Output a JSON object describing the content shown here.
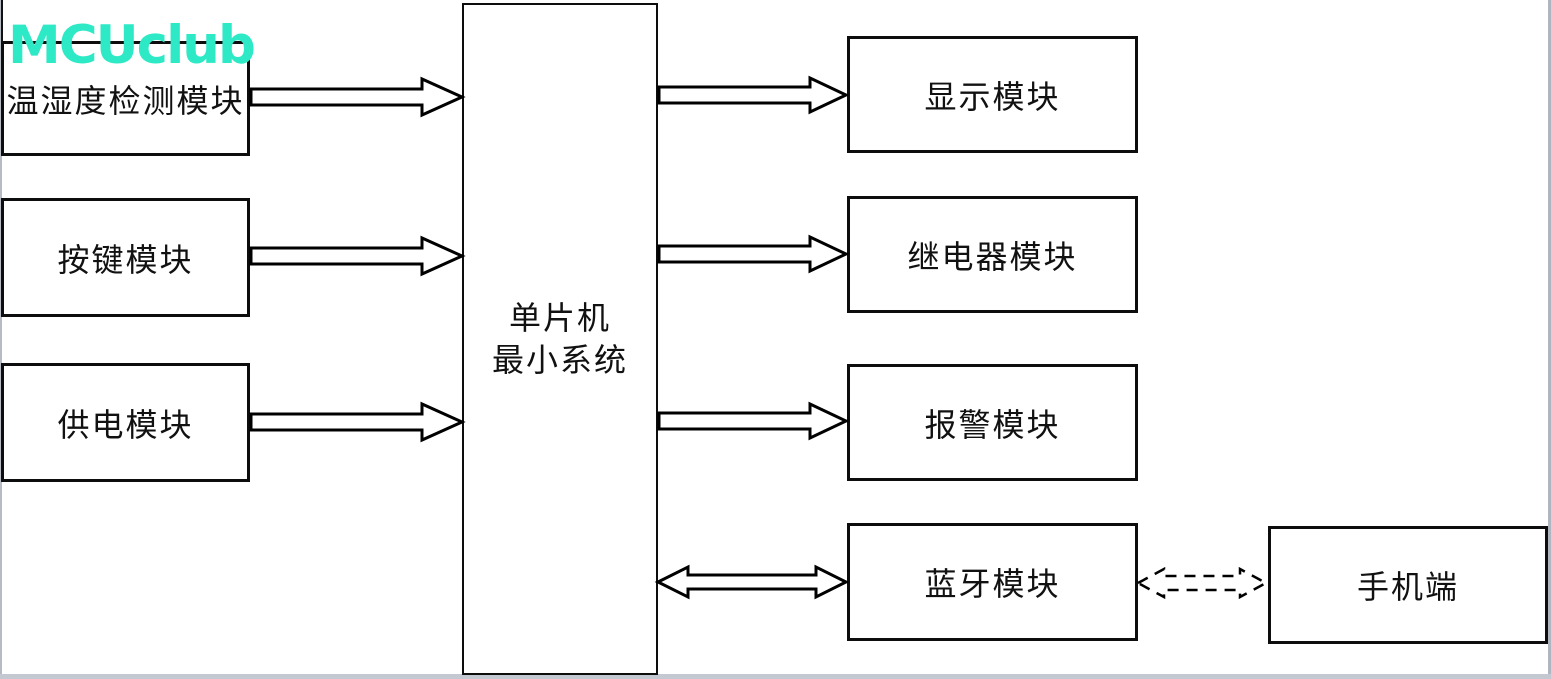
{
  "watermark": {
    "text": "MCUclub",
    "color": "#2ee9c6"
  },
  "diagram": {
    "left_modules": [
      {
        "label": "温湿度检测模块"
      },
      {
        "label": "按键模块"
      },
      {
        "label": "供电模块"
      }
    ],
    "center_module": {
      "label_line1": "单片机",
      "label_line2": "最小系统"
    },
    "right_modules": [
      {
        "label": "显示模块"
      },
      {
        "label": "继电器模块"
      },
      {
        "label": "报警模块"
      },
      {
        "label": "蓝牙模块"
      }
    ],
    "phone_module": {
      "label": "手机端"
    },
    "connection_colors": {
      "line": "#000000",
      "fill": "#ffffff"
    }
  }
}
